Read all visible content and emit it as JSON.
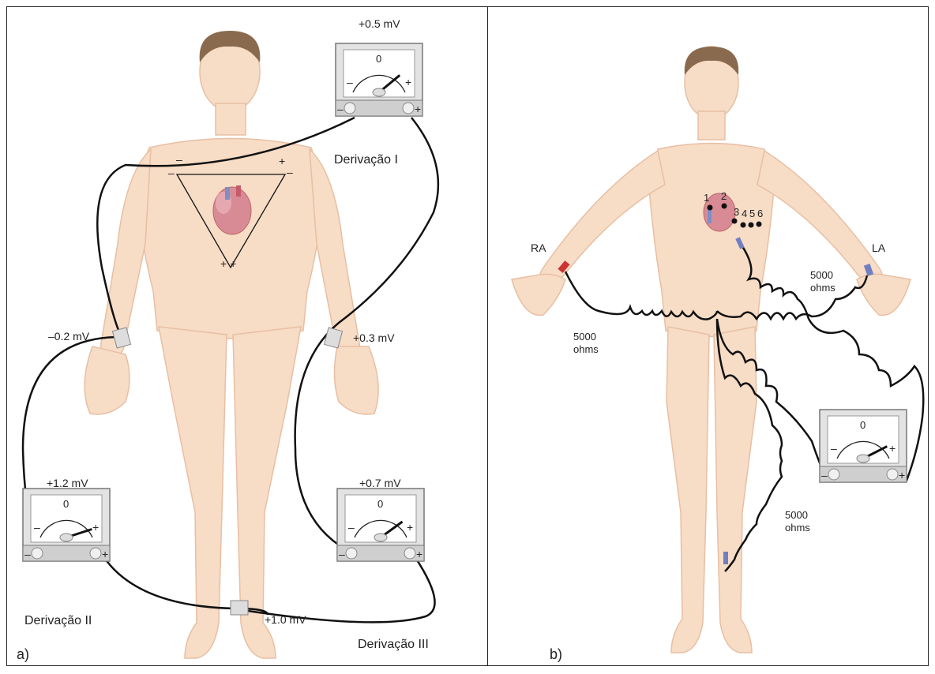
{
  "panel_a": {
    "label": "a)",
    "meters": [
      {
        "reading": "+0.5 mV",
        "zero": "0",
        "minus": "–",
        "plus": "+",
        "lead_name": "Derivação I",
        "needle": 0.78
      },
      {
        "reading": "+1.2 mV",
        "zero": "0",
        "minus": "–",
        "plus": "+",
        "lead_name": "Derivação II",
        "needle": 0.9
      },
      {
        "reading": "+0.7 mV",
        "zero": "0",
        "minus": "–",
        "plus": "+",
        "lead_name": "Derivação III",
        "needle": 0.8
      }
    ],
    "electrodes": {
      "right_arm": "–0.2 mV",
      "left_arm": "+0.3 mV",
      "left_leg": "+1.0 mV"
    },
    "triangle_signs": {
      "top_left": "–",
      "top_left_2": "–",
      "top_right": "+",
      "top_right_2": "–",
      "bottom": "+ +"
    }
  },
  "panel_b": {
    "label": "b)",
    "ra": "RA",
    "la": "LA",
    "chest_leads": [
      "1",
      "2",
      "3",
      "4",
      "5",
      "6"
    ],
    "resistors": [
      "5000\nohms",
      "5000\nohms",
      "5000\nohms"
    ],
    "resistor_lines": [
      [
        "5000",
        "ohms"
      ],
      [
        "5000",
        "ohms"
      ],
      [
        "5000",
        "ohms"
      ]
    ],
    "meter": {
      "zero": "0",
      "minus": "–",
      "plus": "+",
      "needle": 0.85
    }
  },
  "colors": {
    "skin": "#f7dcc6",
    "skin_edge": "#e8bfa3",
    "hair": "#8a6a4e",
    "wire": "#111111",
    "meter_body": "#e3e3e3",
    "heart": "#d98b95"
  }
}
